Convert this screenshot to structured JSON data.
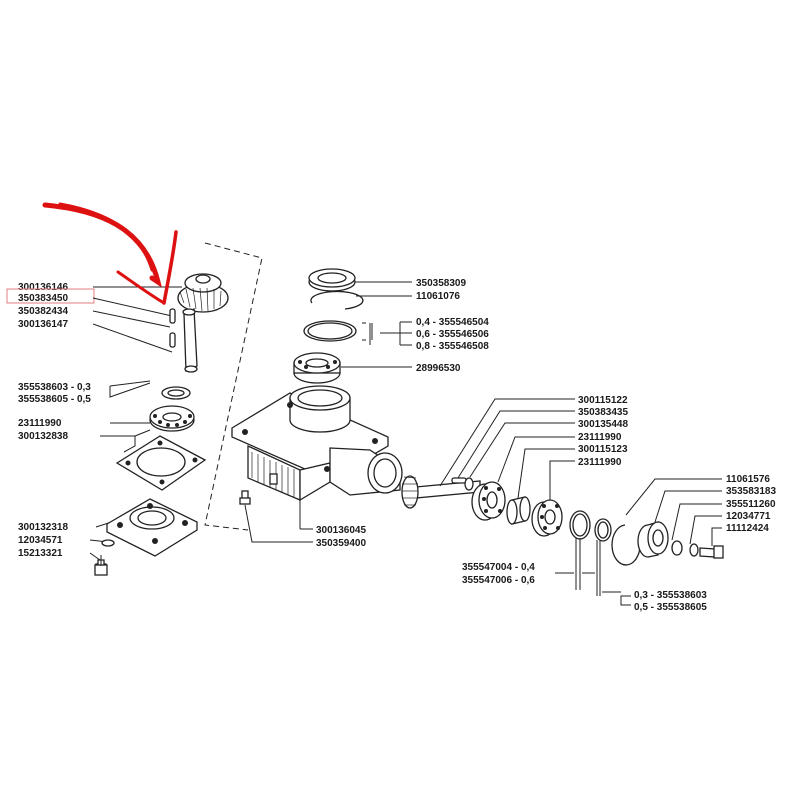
{
  "labels": {
    "l01": "300136146",
    "l02": "350383450",
    "l03": "350382434",
    "l04": "300136147",
    "l05": "355538603 - 0,3",
    "l06": "355538605 - 0,5",
    "l07": "23111990",
    "l08": "300132838",
    "l09": "300132318",
    "l10": "12034571",
    "l11": "15213321",
    "l12": "350358309",
    "l13": "11061076",
    "l14": "0,4 - 355546504",
    "l15": "0,6 - 355546506",
    "l16": "0,8 - 355546508",
    "l17": "28996530",
    "l18": "300136045",
    "l19": "350359400",
    "l20": "300115122",
    "l21": "350383435",
    "l22": "300135448",
    "l23": "23111990",
    "l24": "300115123",
    "l25": "23111990",
    "l26": "11061576",
    "l27": "353583183",
    "l28": "355511260",
    "l29": "12034771",
    "l30": "11112424",
    "l31": "355547004 - 0,4",
    "l32": "355547006 - 0,6",
    "l33": "0,3 - 355538603",
    "l34": "0,5 - 355538605"
  },
  "colors": {
    "arrow": "#dd1111",
    "highlight_box": "#e27d7d",
    "line": "#222222"
  }
}
